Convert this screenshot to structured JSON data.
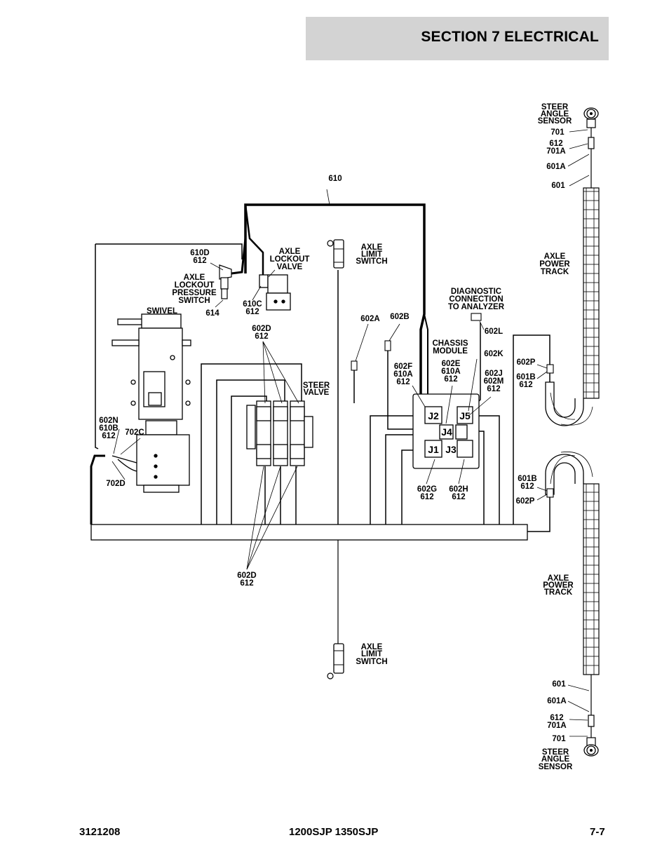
{
  "header": {
    "title": "SECTION 7   ELECTRICAL"
  },
  "footer": {
    "doc_number": "3121208",
    "models": "1200SJP 1350SJP",
    "page": "7-7"
  },
  "labels": {
    "steer_angle_sensor_top": [
      "STEER",
      "ANGLE",
      "SENSOR"
    ],
    "w701_top": "701",
    "w612_701a_top": [
      "612",
      "701A"
    ],
    "w601a_top": "601A",
    "w601_top": "601",
    "w610": "610",
    "w610d_612": [
      "610D",
      "612"
    ],
    "axle_lockout_valve": [
      "AXLE",
      "LOCKOUT",
      "VALVE"
    ],
    "axle_limit_switch_top": [
      "AXLE",
      "LIMIT",
      "SWITCH"
    ],
    "axle_lockout_pressure_switch": [
      "AXLE",
      "LOCKOUT",
      "PRESSURE",
      "SWITCH"
    ],
    "w614": "614",
    "w610c_612": [
      "610C",
      "612"
    ],
    "swivel": "SWIVEL",
    "w602d_612_top": [
      "602D",
      "612"
    ],
    "w602a": "602A",
    "w602b": "602B",
    "diagnostic_connection": [
      "DIAGNOSTIC",
      "CONNECTION",
      "TO ANALYZER"
    ],
    "w602l": "602L",
    "chassis_module": [
      "CHASSIS",
      "MODULE"
    ],
    "w602k": "602K",
    "w602f": [
      "602F",
      "610A",
      "612"
    ],
    "w602e": [
      "602E",
      "610A",
      "612"
    ],
    "w602j": [
      "602J",
      "602M",
      "612"
    ],
    "w602p_601b_top": [
      "602P",
      "601B",
      "612"
    ],
    "axle_power_track_top": [
      "AXLE",
      "POWER",
      "TRACK"
    ],
    "steer_valve": [
      "STEER",
      "VALVE"
    ],
    "w602n": [
      "602N",
      "610B",
      "612"
    ],
    "w702c": "702C",
    "w702d": "702D",
    "jacks": {
      "j1": "J1",
      "j2": "J2",
      "j3": "J3",
      "j4": "J4",
      "j5": "J5"
    },
    "w602g": [
      "602G",
      "612"
    ],
    "w602h": [
      "602H",
      "612"
    ],
    "w601b_612_bottom": [
      "601B",
      "612"
    ],
    "w602p_bottom": "602P",
    "w602d_612_bottom": [
      "602D",
      "612"
    ],
    "axle_power_track_bottom": [
      "AXLE",
      "POWER",
      "TRACK"
    ],
    "axle_limit_switch_bottom": [
      "AXLE",
      "LIMIT",
      "SWITCH"
    ],
    "w601_bottom": "601",
    "w601a_bottom": "601A",
    "w612_701a_bottom": [
      "612",
      "701A"
    ],
    "w701_bottom": "701",
    "steer_angle_sensor_bottom": [
      "STEER",
      "ANGLE",
      "SENSOR"
    ]
  }
}
